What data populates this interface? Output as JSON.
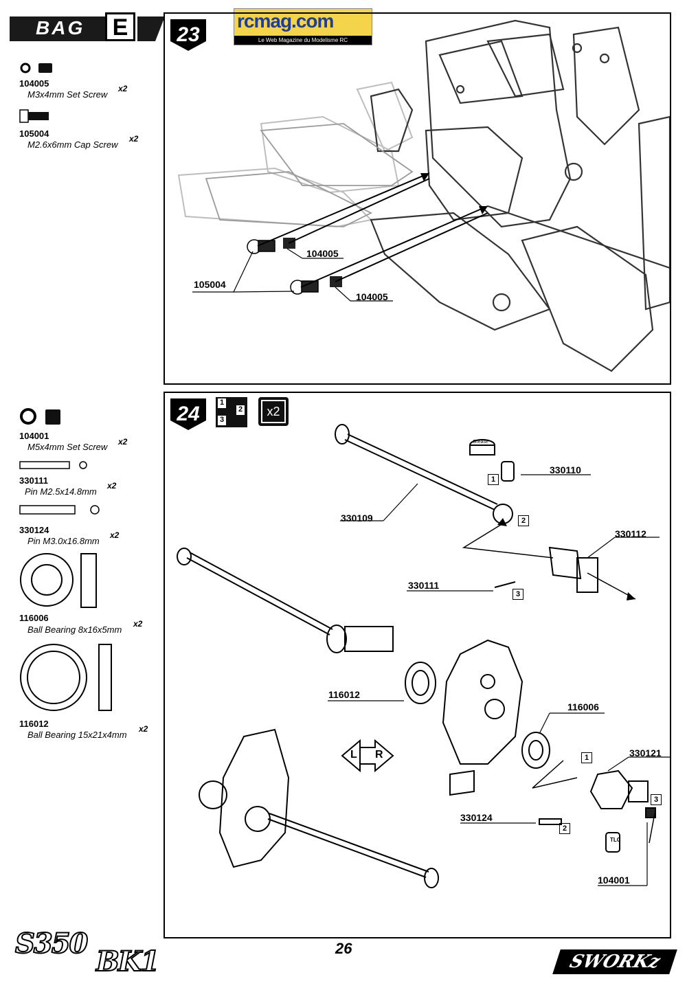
{
  "header": {
    "bag_label": "BAG",
    "bag_letter": "E",
    "watermark_title": "rcmag.com",
    "watermark_subtitle": "Le Web Magazine du Modelisme RC"
  },
  "steps": {
    "step23": {
      "number": "23"
    },
    "step24": {
      "number": "24",
      "sequence": [
        "1",
        "2",
        "3"
      ],
      "multiplier": "x2"
    }
  },
  "parts_step23": [
    {
      "part_no": "104005",
      "desc": "M3x4mm Set Screw",
      "qty": "x2",
      "icon": "set-screw-icon"
    },
    {
      "part_no": "105004",
      "desc": "M2.6x6mm Cap Screw",
      "qty": "x2",
      "icon": "cap-screw-icon"
    }
  ],
  "parts_step24": [
    {
      "part_no": "104001",
      "desc": "M5x4mm Set Screw",
      "qty": "x2",
      "icon": "set-screw-icon"
    },
    {
      "part_no": "330111",
      "desc": "Pin M2.5x14.8mm",
      "qty": "x2",
      "icon": "pin-icon"
    },
    {
      "part_no": "330124",
      "desc": "Pin M3.0x16.8mm",
      "qty": "x2",
      "icon": "pin-icon"
    },
    {
      "part_no": "116006",
      "desc": "Ball Bearing 8x16x5mm",
      "qty": "x2",
      "icon": "bearing-icon"
    },
    {
      "part_no": "116012",
      "desc": "Ball Bearing 15x21x4mm",
      "qty": "x2",
      "icon": "bearing-icon"
    }
  ],
  "callouts_step23": {
    "c1": "104005",
    "c2": "105004",
    "c3": "104005"
  },
  "callouts_step24": {
    "c330110": "330110",
    "c330109": "330109",
    "c330112": "330112",
    "c330111": "330111",
    "c116012": "116012",
    "c116006": "116006",
    "c330121": "330121",
    "c330124": "330124",
    "c104001": "104001",
    "badge1a": "1",
    "badge2a": "2",
    "badge3a": "3",
    "badge1b": "1",
    "badge2b": "2",
    "badge3b": "3",
    "lr_left": "L",
    "lr_right": "R",
    "grease_label": "Grease",
    "tlc_label": "TLC"
  },
  "footer": {
    "model_line1": "S350",
    "model_line2": "BK1",
    "page_number": "26",
    "brand": "SWORKz"
  }
}
